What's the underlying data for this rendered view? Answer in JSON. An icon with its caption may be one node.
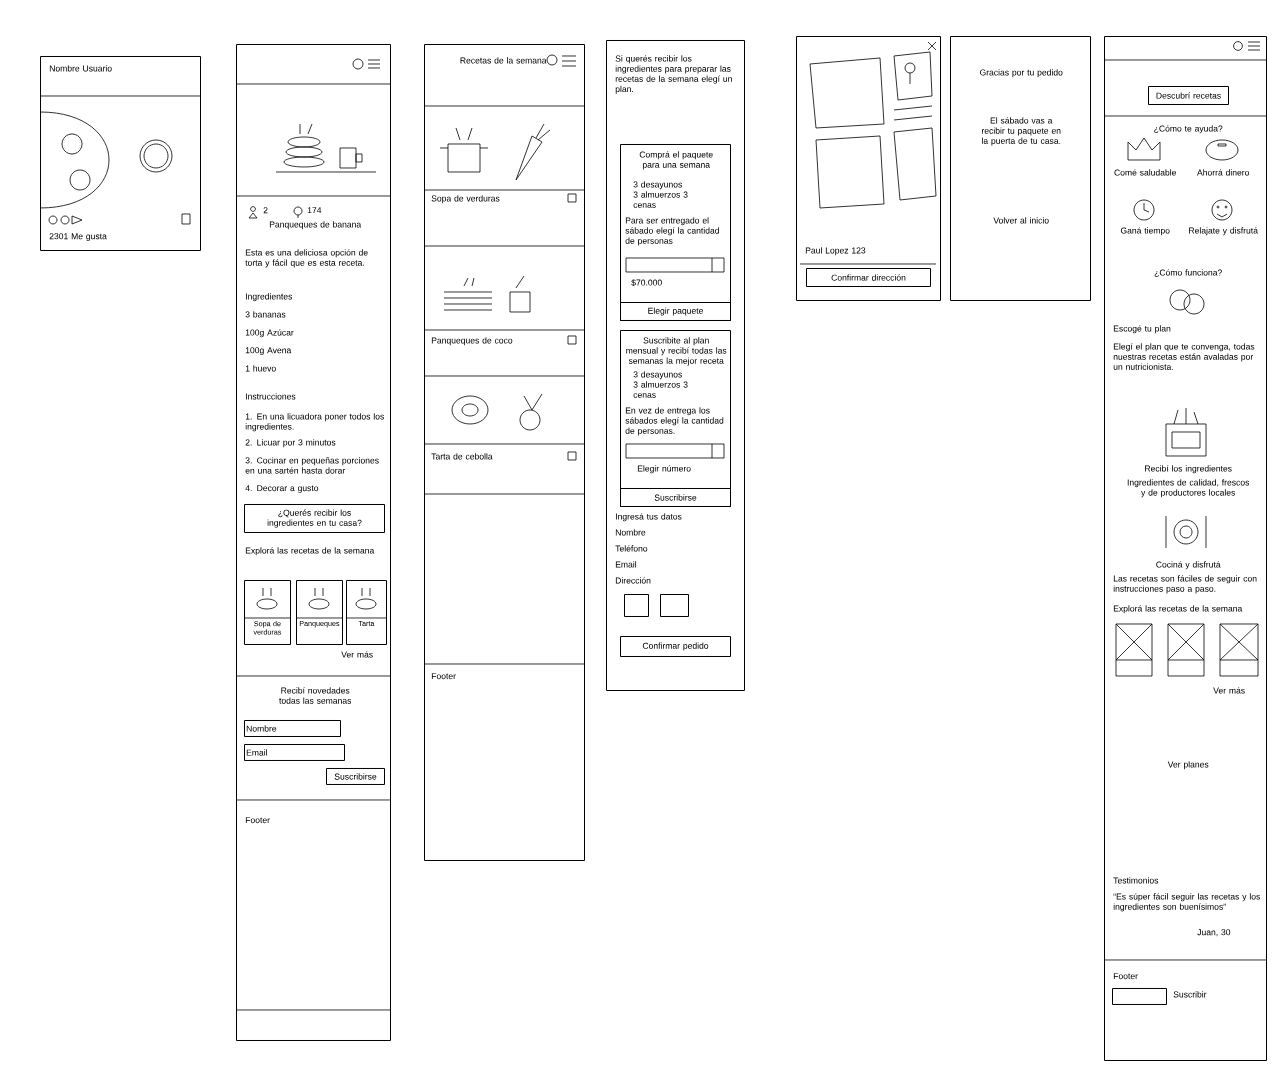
{
  "diagram": {
    "nodes": [
      {
        "text": [
          "Nombre Usuario",
          "2301 Me gusta"
        ]
      },
      {
        "text": [
          "2",
          "174",
          "Panqueques de banana",
          "Esta es una deliciosa opción de torta y fácil que es esta receta.",
          "Ingredientes",
          "3 bananas",
          "100g Azúcar",
          "100g Avena",
          "1 huevo",
          "Instrucciones",
          "1. En una licuadora poner todos los ingredientes.",
          "2. Licuar por 3 minutos",
          "3. Cocinar en pequeñas porciones en una sartén hasta dorar",
          "4. Decorar a gusto",
          "Explorá las recetas de la semana",
          "Ver más",
          "Recibí novedades todas las semanas",
          "Footer"
        ]
      },
      {
        "text": [
          "¿Querés recibir los ingredientes en tu casa?"
        ],
        "in": 1
      },
      {
        "text": [
          "Sopa de verduras"
        ],
        "in": 1
      },
      {
        "text": [
          "Panqueques"
        ],
        "in": 1
      },
      {
        "text": [
          "Tarta"
        ],
        "in": 1
      },
      {
        "text": [
          "Nombre"
        ],
        "in": 1
      },
      {
        "text": [
          "Email"
        ],
        "in": 1
      },
      {
        "text": [
          "Suscribirse"
        ],
        "in": 1
      },
      {
        "text": [
          "Recetas de la semana",
          "Sopa de verduras",
          "Panqueques de coco",
          "Tarta de cebolla",
          "Footer"
        ]
      },
      {
        "text": [
          "Si querés recibir los ingredientes para preparar las recetas de la semana elegí un plan.",
          "Ingresá tus datos",
          "Nombre",
          "Teléfono",
          "Email",
          "Dirección"
        ]
      },
      {
        "text": [
          "Comprá el paquete para una semana",
          "3 desayunos 3 almuerzos 3 cenas",
          "Para ser entregado el sábado elegí la cantidad de personas",
          "$70.000"
        ],
        "in": 10
      },
      {
        "text": [
          "Elegir paquete"
        ],
        "in": 11
      },
      {
        "text": [
          "Suscribite al plan mensual y recibí todas las semanas la mejor receta",
          "3 desayunos 3 almuerzos 3 cenas",
          "En vez de entrega los sábados elegí la cantidad de personas.",
          "Elegir número"
        ],
        "in": 10
      },
      {
        "text": [
          "Suscribirse"
        ],
        "in": 13
      },
      {
        "text": [],
        "shape": "box",
        "in": 10
      },
      {
        "text": [],
        "shape": "box",
        "in": 10
      },
      {
        "text": [
          "Confirmar pedido"
        ],
        "in": 10
      },
      {
        "text": [
          "Paul Lopez 123"
        ]
      },
      {
        "text": [
          "Confirmar dirección"
        ],
        "in": 18
      },
      {
        "text": [
          "Gracias por tu pedido",
          "El sábado vas a recibir tu paquete en la puerta de tu casa.",
          "Volver al inicio"
        ]
      },
      {
        "text": [
          "¿Cómo te ayuda?",
          "Comé saludable",
          "Ahorrá dinero",
          "Ganá tiempo",
          "Relajate y disfrutá",
          "¿Cómo funciona?",
          "Escogé tu plan",
          "Elegí el plan que te convenga, todas nuestras recetas están avaladas por un nutricionista.",
          "Recibí los ingredientes",
          "Ingredientes de calidad, frescos y de productores locales",
          "Cociná y disfrutá",
          "Las recetas son fáciles de seguir con instrucciones paso a paso.",
          "Explorá las recetas de la semana",
          "Ver más",
          "Ver planes",
          "Testimonios",
          "“Es súper fácil seguir las recetas y los ingredientes son buenísimos”",
          "Juan, 30",
          "Footer",
          "Suscribir"
        ]
      },
      {
        "text": [
          "Descubrí recetas"
        ],
        "in": 21
      },
      {
        "text": [],
        "shape": "box",
        "in": 21
      }
    ]
  }
}
